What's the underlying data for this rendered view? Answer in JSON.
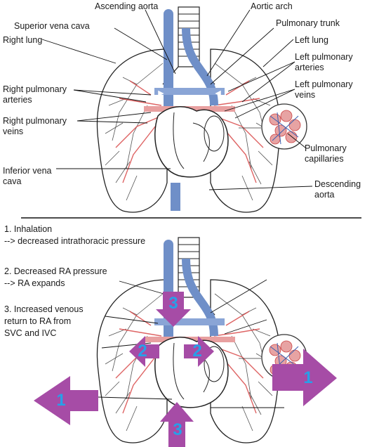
{
  "labels": {
    "ascending_aorta": "Ascending aorta",
    "aortic_arch": "Aortic arch",
    "superior_vena_cava": "Superior vena cava",
    "pulmonary_trunk": "Pulmonary trunk",
    "right_lung": "Right lung",
    "left_lung": "Left lung",
    "left_pulmonary_arteries": [
      "Left pulmonary",
      "arteries"
    ],
    "left_pulmonary_veins": [
      "Left pulmonary",
      "veins"
    ],
    "right_pulmonary_arteries": [
      "Right pulmonary",
      "arteries"
    ],
    "right_pulmonary_veins": [
      "Right pulmonary",
      "veins"
    ],
    "pulmonary_capillaries": [
      "Pulmonary",
      "capillaries"
    ],
    "inferior_vena_cava": [
      "Inferior vena",
      "cava"
    ],
    "descending_aorta": [
      "Descending",
      "aorta"
    ]
  },
  "steps": [
    {
      "line1": "1. Inhalation",
      "line2": "--> decreased intrathoracic pressure"
    },
    {
      "line1": "2. Decreased RA pressure",
      "line2": "--> RA expands"
    },
    {
      "line1": "3.  Increased venous",
      "line2": "return to RA from",
      "line3": "SVC and IVC"
    }
  ],
  "arrow_numbers": {
    "svc": "3",
    "ra_left": "2",
    "ra_right": "2",
    "lung_left": "1",
    "lung_right": "1",
    "ivc": "3"
  },
  "colors": {
    "vein_blue": "#6f8fc8",
    "artery_red": "#d94a4a",
    "arrow_purple": "#a64ca6",
    "number_blue": "#27a0e8"
  }
}
